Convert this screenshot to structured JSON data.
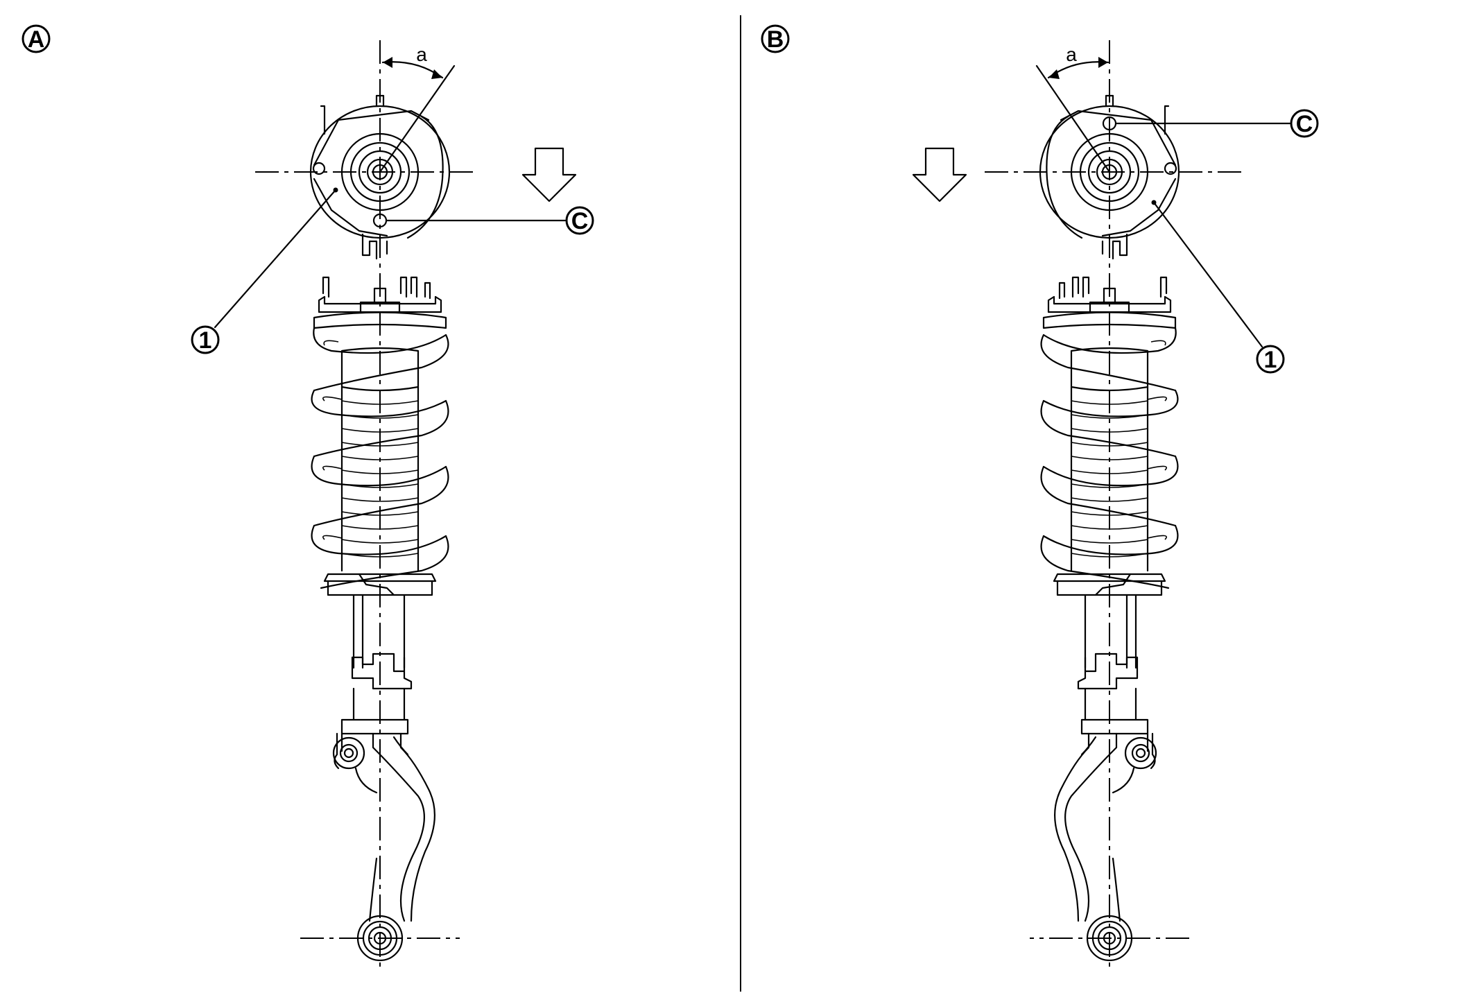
{
  "panels": [
    {
      "id": "A",
      "label": "A",
      "angle_label": "a",
      "part_label": "1",
      "mark_label": "C"
    },
    {
      "id": "B",
      "label": "B",
      "angle_label": "a",
      "part_label": "1",
      "mark_label": "C"
    }
  ]
}
